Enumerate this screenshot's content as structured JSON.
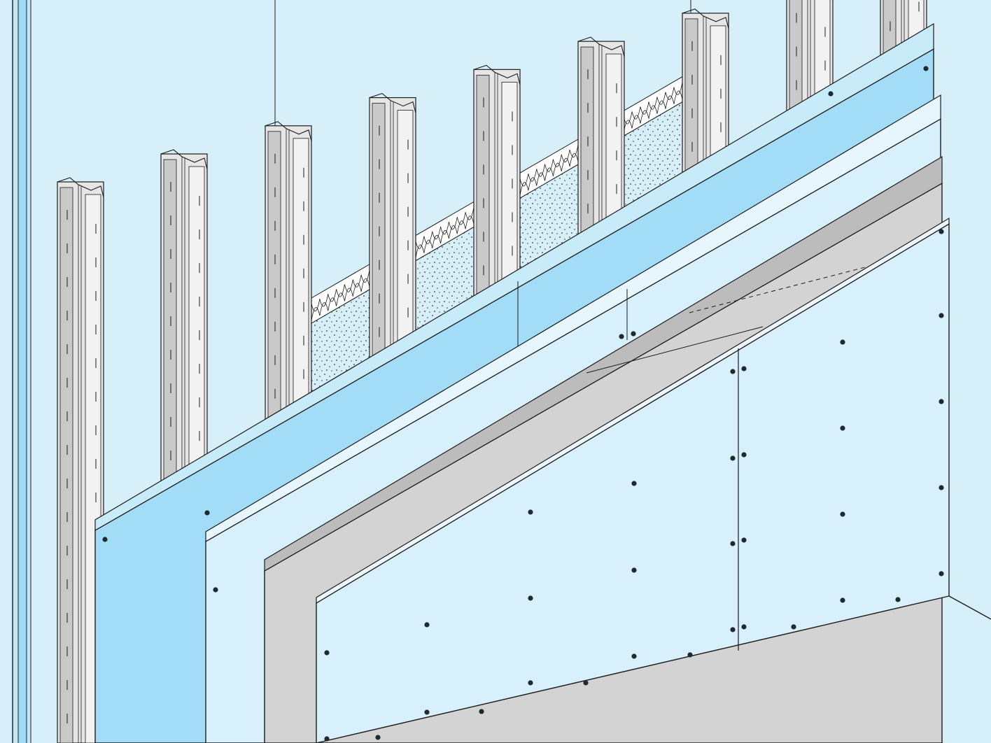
{
  "colors": {
    "background_wall": "#d6eff9",
    "blue_board": "#a3dcf6",
    "blue_board_edge": "#7cc9ef",
    "light_board": "#d8f0fb",
    "grey_board": "#d3d3d3",
    "stud_fill": "#e6e6e6",
    "stud_shadow": "#c9c9c9",
    "insulation": "#ffffff",
    "outline": "#1c1c1c",
    "screw": "#1f2a30"
  },
  "layers": [
    {
      "key": "framing_studs",
      "icon": "metal-stud-icon",
      "count": 9
    },
    {
      "key": "insulation",
      "icon": "mineral-wool-icon"
    },
    {
      "key": "board_layer_1",
      "icon": "blue-board-icon"
    },
    {
      "key": "board_layer_2",
      "icon": "light-board-icon"
    },
    {
      "key": "board_layer_3",
      "icon": "grey-board-icon"
    },
    {
      "key": "board_layer_4",
      "icon": "light-board-icon"
    }
  ]
}
